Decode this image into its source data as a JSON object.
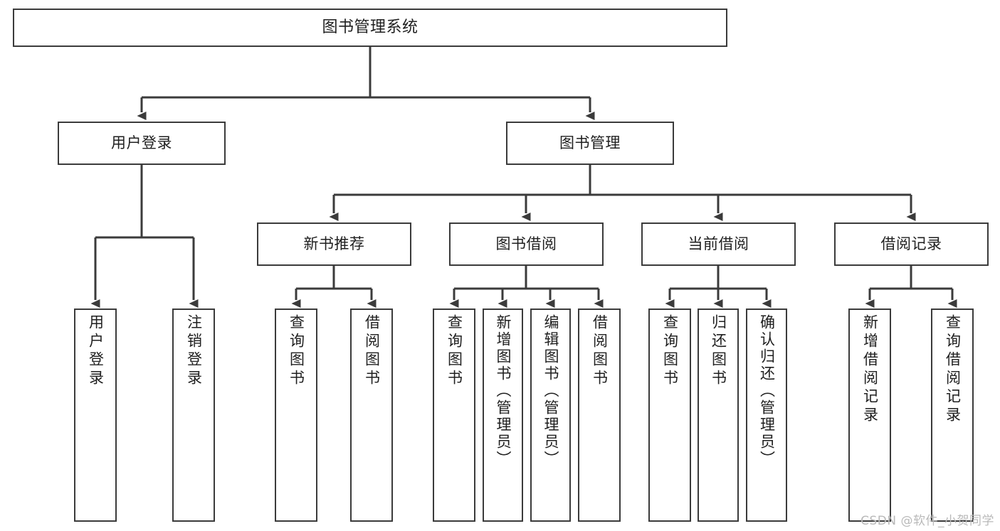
{
  "diagram": {
    "title": "图书管理系统",
    "type": "tree",
    "watermark": "CSDN @软件_小贺同学",
    "colors": {
      "box_border": "#3b3b3b",
      "box_fill": "#ffffff",
      "connector": "#3b3b3b",
      "text": "#1f1f1f",
      "watermark": "#b9b9b9",
      "background": "#ffffff"
    },
    "levels": {
      "root": {
        "label": "图书管理系统"
      },
      "level2": [
        {
          "label": "用户登录"
        },
        {
          "label": "图书管理"
        }
      ],
      "level3": [
        {
          "label": "新书推荐"
        },
        {
          "label": "图书借阅"
        },
        {
          "label": "当前借阅"
        },
        {
          "label": "借阅记录"
        }
      ],
      "leaves": [
        {
          "label": "用户登录",
          "parent": "用户登录"
        },
        {
          "label": "注销登录",
          "parent": "用户登录"
        },
        {
          "label": "查询图书",
          "parent": "新书推荐"
        },
        {
          "label": "借阅图书",
          "parent": "新书推荐"
        },
        {
          "label": "查询图书",
          "parent": "图书借阅"
        },
        {
          "label": "新增图书（管理员）",
          "parent": "图书借阅"
        },
        {
          "label": "编辑图书（管理员）",
          "parent": "图书借阅"
        },
        {
          "label": "借阅图书",
          "parent": "图书借阅"
        },
        {
          "label": "查询图书",
          "parent": "当前借阅"
        },
        {
          "label": "归还图书",
          "parent": "当前借阅"
        },
        {
          "label": "确认归还（管理员）",
          "parent": "当前借阅"
        },
        {
          "label": "新增借阅记录",
          "parent": "借阅记录"
        },
        {
          "label": "查询借阅记录",
          "parent": "借阅记录"
        }
      ]
    }
  }
}
